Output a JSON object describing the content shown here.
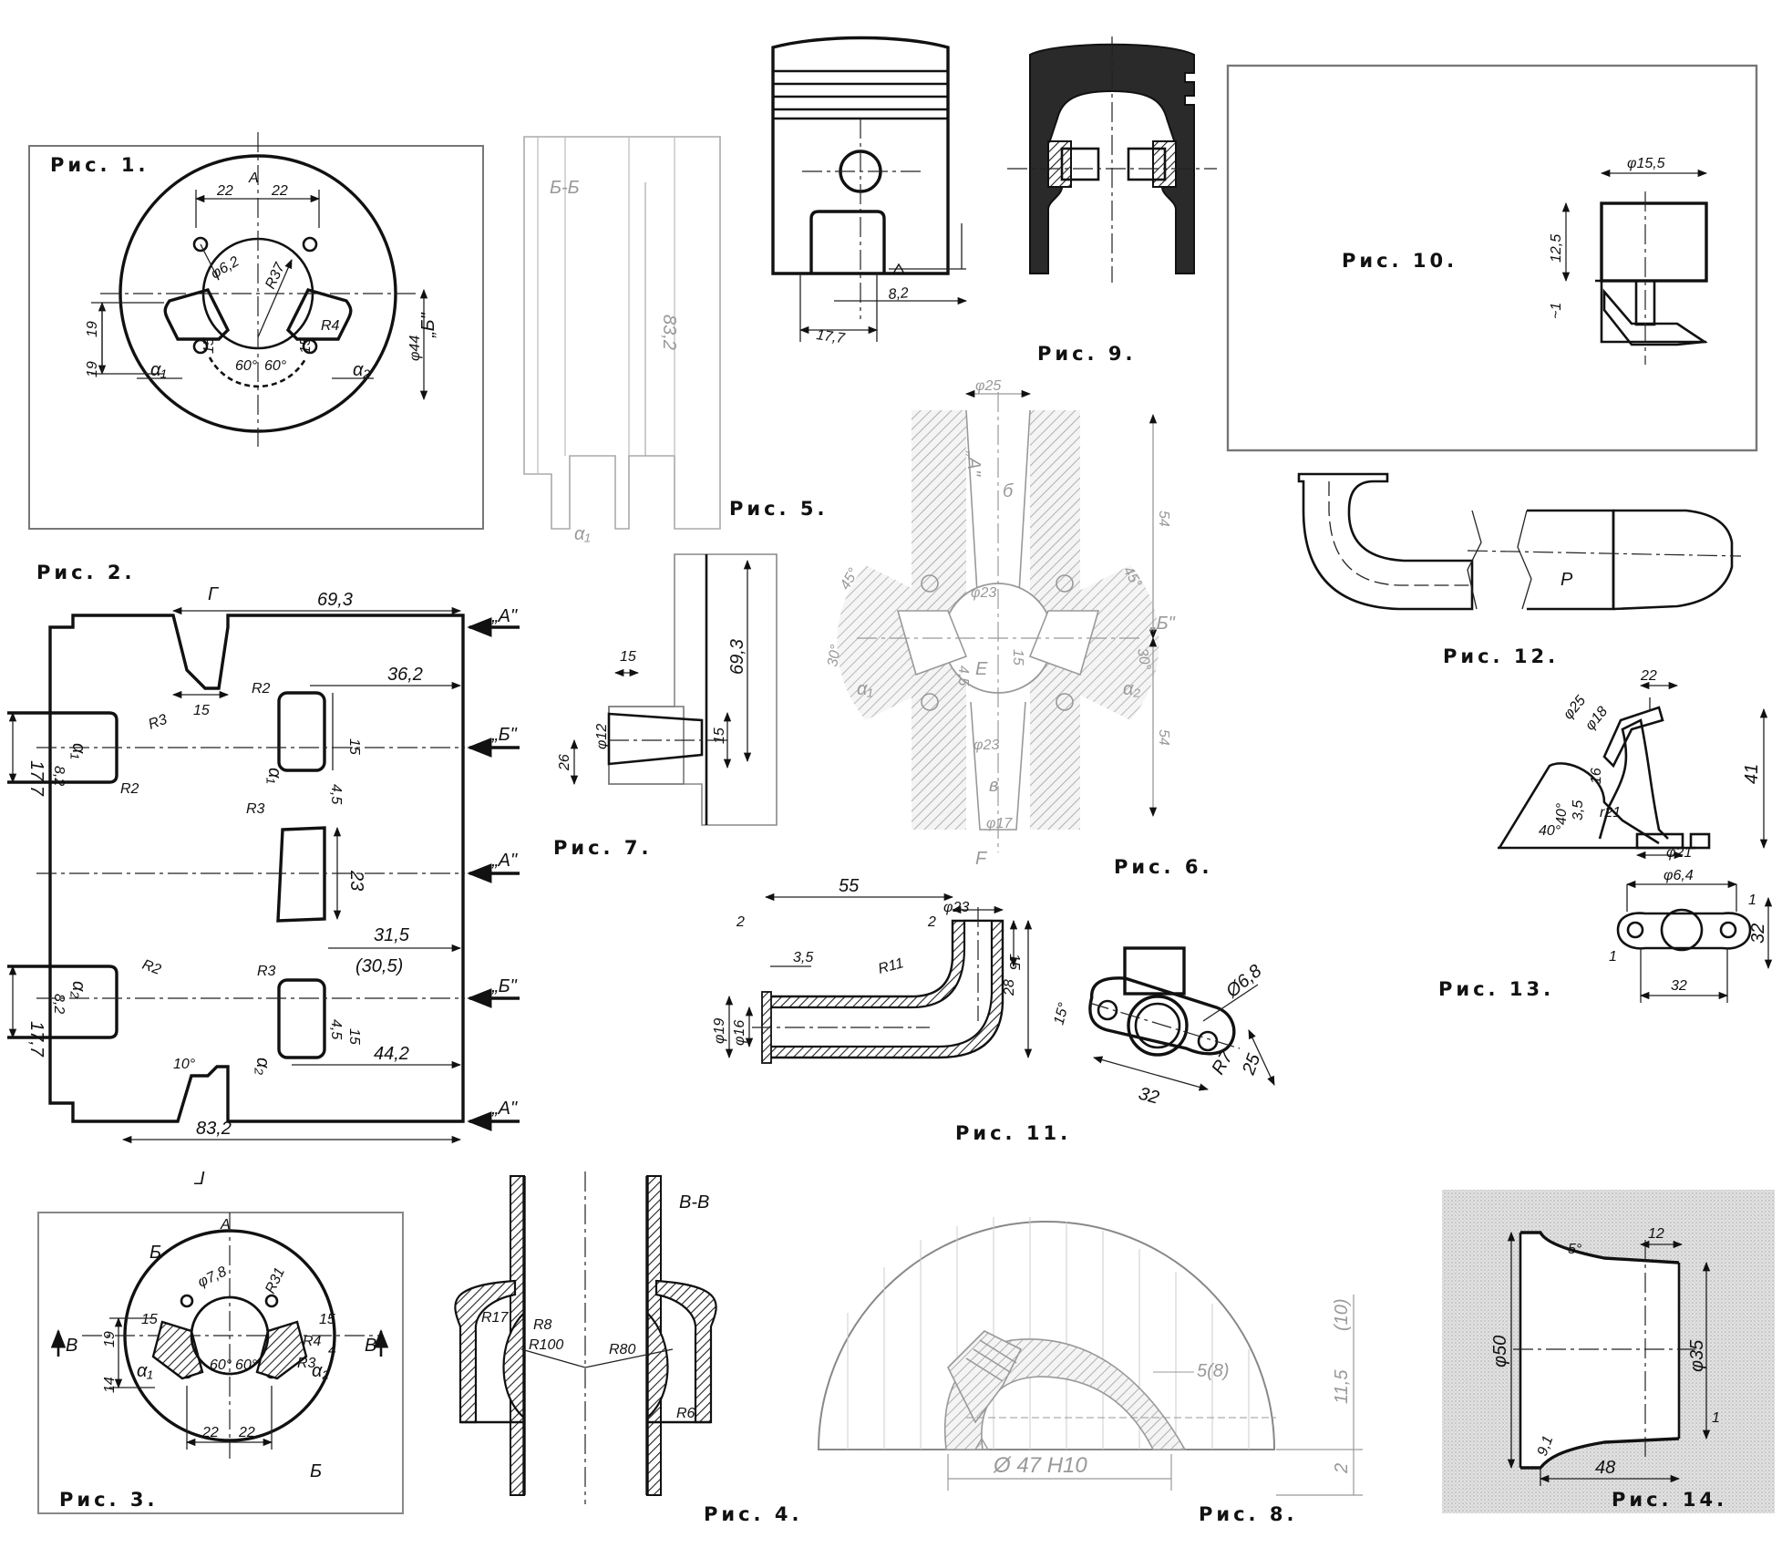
{
  "figures": {
    "fig1": "Рис.  1.",
    "fig2": "Рис.  2.",
    "fig3": "Рис.  3.",
    "fig4": "Рис.  4.",
    "fig5": "Рис.  5.",
    "fig6": "Рис.  6.",
    "fig7": "Рис.  7.",
    "fig8": "Рис.  8.",
    "fig9": "Рис.  9.",
    "fig10": "Рис.  10.",
    "fig11": "Рис.  11.",
    "fig12": "Рис.  12.",
    "fig13": "Рис.  13.",
    "fig14": "Рис.  14."
  },
  "fig1_labels": {
    "axis_a": "А",
    "left22": "22",
    "right22": "22",
    "d62": "φ6,2",
    "r37": "R37",
    "r4": "R4",
    "d44": "φ44",
    "b": "„Б\"",
    "v19a": "19",
    "v19b": "19",
    "s15a": "15",
    "s15b": "15",
    "a60a": "60°",
    "a60b": "60°",
    "alpha1": "α₁",
    "alpha2": "α₂"
  },
  "fig2_labels": {
    "top": "69,3",
    "a1": "„А\"",
    "b1": "„Б\"",
    "a2": "„А\"",
    "b2": "„Б\"",
    "a3": "„А\"",
    "d362": "36,2",
    "d15top": "15",
    "r2a": "R2",
    "r2b": "R2",
    "r3a": "R3",
    "r3b": "R3",
    "r3c": "R3",
    "d177a": "17,7",
    "d177b": "17,7",
    "d82a": "8,2",
    "d82b": "8,2",
    "alpha1": "α₁",
    "alpha2": "α₂",
    "alpha1b": "α₁",
    "alpha2b": "α₂",
    "d15a": "15",
    "d15b": "15",
    "d45a": "4,5",
    "d45b": "4,5",
    "d23": "23",
    "d315": "31,5",
    "d305": "(30,5)",
    "d442": "44,2",
    "d10": "10°",
    "bottom": "83,2",
    "cut": "Г",
    "cut2": "Г"
  },
  "fig3_labels": {
    "axis_a": "А",
    "b_top": "Б",
    "b_bot": "Б",
    "v_left": "В",
    "v_right": "В",
    "d78": "φ7,8",
    "r31": "R31",
    "d15a": "15",
    "d15b": "15",
    "d19": "19",
    "d14": "14",
    "a60a": "60°",
    "a60b": "60°",
    "r4": "R4",
    "r3": "R3",
    "alpha1": "α₁",
    "alpha2": "α₂",
    "d22a": "22",
    "d22b": "22",
    "d4": "4"
  },
  "fig4_labels": {
    "section": "В-В",
    "r17": "R17",
    "r8": "R8",
    "r100": "R100",
    "r80": "R80",
    "r6": "R6"
  },
  "fig5_labels": {
    "section": "Б-Б",
    "d832": "83,2",
    "a": "α₁"
  },
  "fig6_labels": {
    "d25": "φ25",
    "a": "„А\"",
    "b1": "б",
    "d23top": "φ23",
    "d54a": "54",
    "d54b": "54",
    "a45a": "45°",
    "a45b": "45°",
    "a30a": "30°",
    "a30b": "30°",
    "b_right": "„Б\"",
    "d45": "4,5",
    "d15": "15",
    "e": "Е",
    "alpha1": "α₁",
    "alpha2": "α₂",
    "d23bot": "φ23",
    "b2": "в",
    "d17": "φ17",
    "f": "F"
  },
  "fig7_labels": {
    "d15": "15",
    "d693": "69,3",
    "d12": "φ12",
    "d15b": "15",
    "d26": "26"
  },
  "fig8_labels": {
    "d5": "5(8)",
    "d10": "(10)",
    "d115": "11,5",
    "d2": "2",
    "d47": "Ø 47 H10"
  },
  "fig9_labels": {
    "d82": "8,2",
    "d177": "17,7"
  },
  "fig10_labels": {
    "d155": "φ15,5",
    "d125": "12,5",
    "d1": "~1"
  },
  "fig11_labels": {
    "d55": "55",
    "d2a": "2",
    "d2b": "2",
    "d23": "φ23",
    "d35": "3,5",
    "r11": "R11",
    "d15": "15",
    "d28": "28",
    "d19": "φ19",
    "d16": "φ16",
    "d68": "Ø6,8",
    "a15": "15°",
    "d32": "32",
    "r7": "R7",
    "d25": "25"
  },
  "fig12_labels": {
    "p": "Р"
  },
  "fig13_labels": {
    "d22": "22",
    "d25": "φ25",
    "d18": "φ18",
    "d16": "16",
    "d35": "3,5",
    "a40a": "40°",
    "a40b": "40°",
    "r21": "r21",
    "d21": "φ21",
    "d41": "41",
    "d64": "φ6,4",
    "d1a": "1",
    "d1b": "1",
    "d32a": "32",
    "d32b": "32"
  },
  "fig14_labels": {
    "d5": "5°",
    "d12": "12",
    "d50": "φ50",
    "d35": "φ35",
    "d48": "48",
    "d1": "1",
    "r": "9,1"
  }
}
